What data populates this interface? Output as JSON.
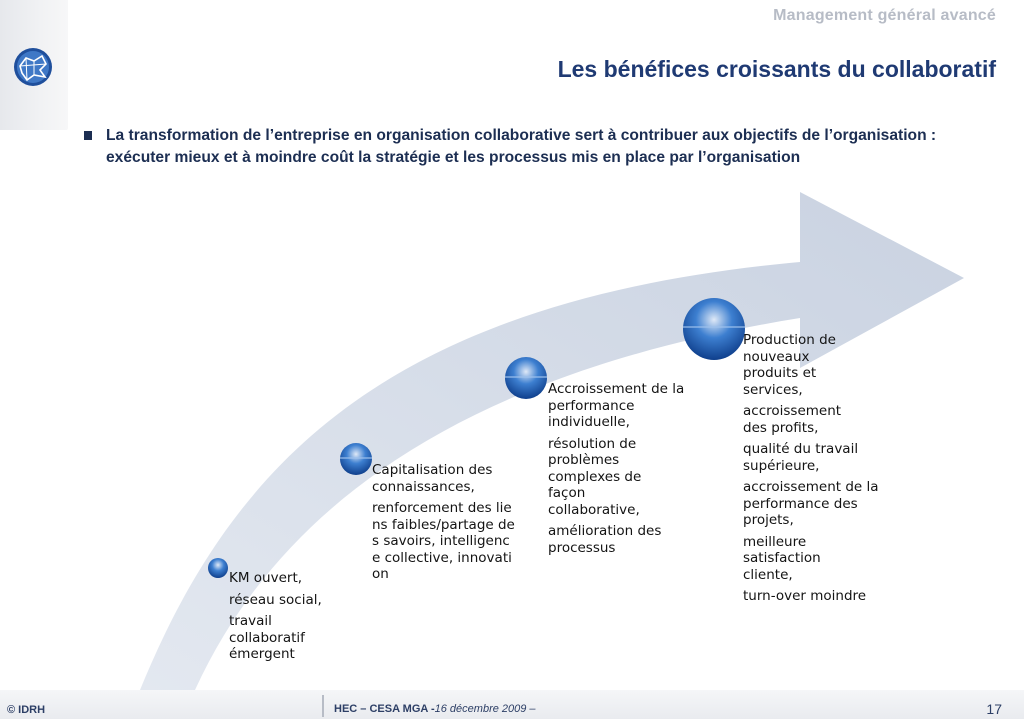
{
  "header": {
    "subtitle": "Management général avancé",
    "title": "Les bénéfices croissants du collaboratif"
  },
  "bullet": {
    "text": "La transformation de l’entreprise en organisation collaborative sert à contribuer aux objectifs de l’organisation : exécuter mieux et à moindre coût la stratégie et les processus mis en place par l’organisation"
  },
  "stages": [
    {
      "items": [
        "KM ouvert,",
        "réseau social,",
        "travail collaboratif émergent"
      ]
    },
    {
      "items": [
        "Capitalisation des connaissances,",
        "renforcement des liens faibles/partage des savoirs, intelligence collective, innovation"
      ]
    },
    {
      "items": [
        "Accroissement de la performance individuelle,",
        "résolution de problèmes complexes de façon collaborative,",
        "amélioration des processus"
      ]
    },
    {
      "items": [
        "Production de nouveaux produits et services,",
        "accroissement des profits,",
        "qualité du travail supérieure,",
        "accroissement de la performance des projets,",
        "meilleure satisfaction cliente,",
        "turn-over moindre"
      ]
    }
  ],
  "footer": {
    "left": "© IDRH",
    "center": "HEC – CESA MGA -",
    "date": "16 décembre 2009 –",
    "page": "17"
  },
  "colors": {
    "arrow": "#ced6e3",
    "title": "#1f3a73",
    "circle": "#1e5fb4"
  }
}
